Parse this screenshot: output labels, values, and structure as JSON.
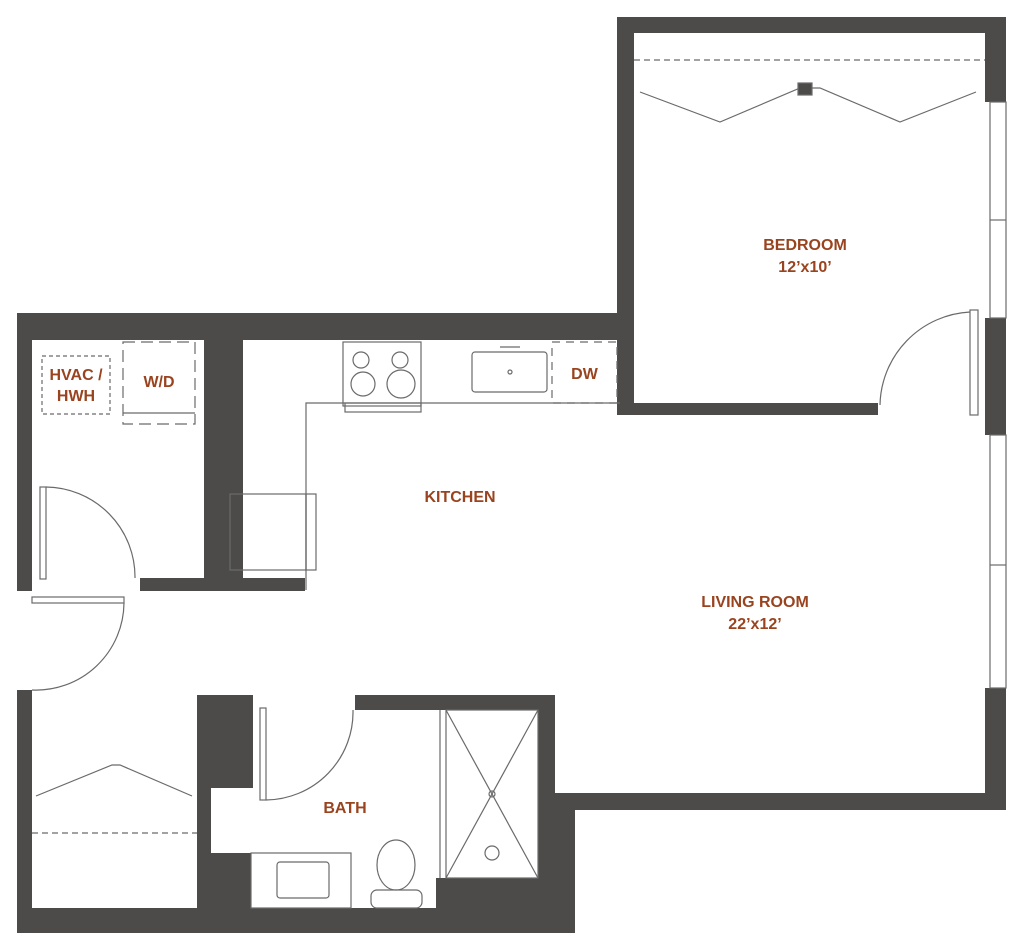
{
  "colors": {
    "wall": "#4d4b49",
    "label": "#99441f",
    "line": "#6a6a6a"
  },
  "rooms": {
    "bedroom": {
      "name": "BEDROOM",
      "size": "12’x10’"
    },
    "living": {
      "name": "LIVING ROOM",
      "size": "22’x12’"
    },
    "kitchen": {
      "name": "KITCHEN"
    },
    "bath": {
      "name": "BATH"
    },
    "hvac": {
      "line1": "HVAC /",
      "line2": "HWH"
    },
    "wd": {
      "name": "W/D"
    },
    "dw": {
      "name": "DW"
    }
  }
}
